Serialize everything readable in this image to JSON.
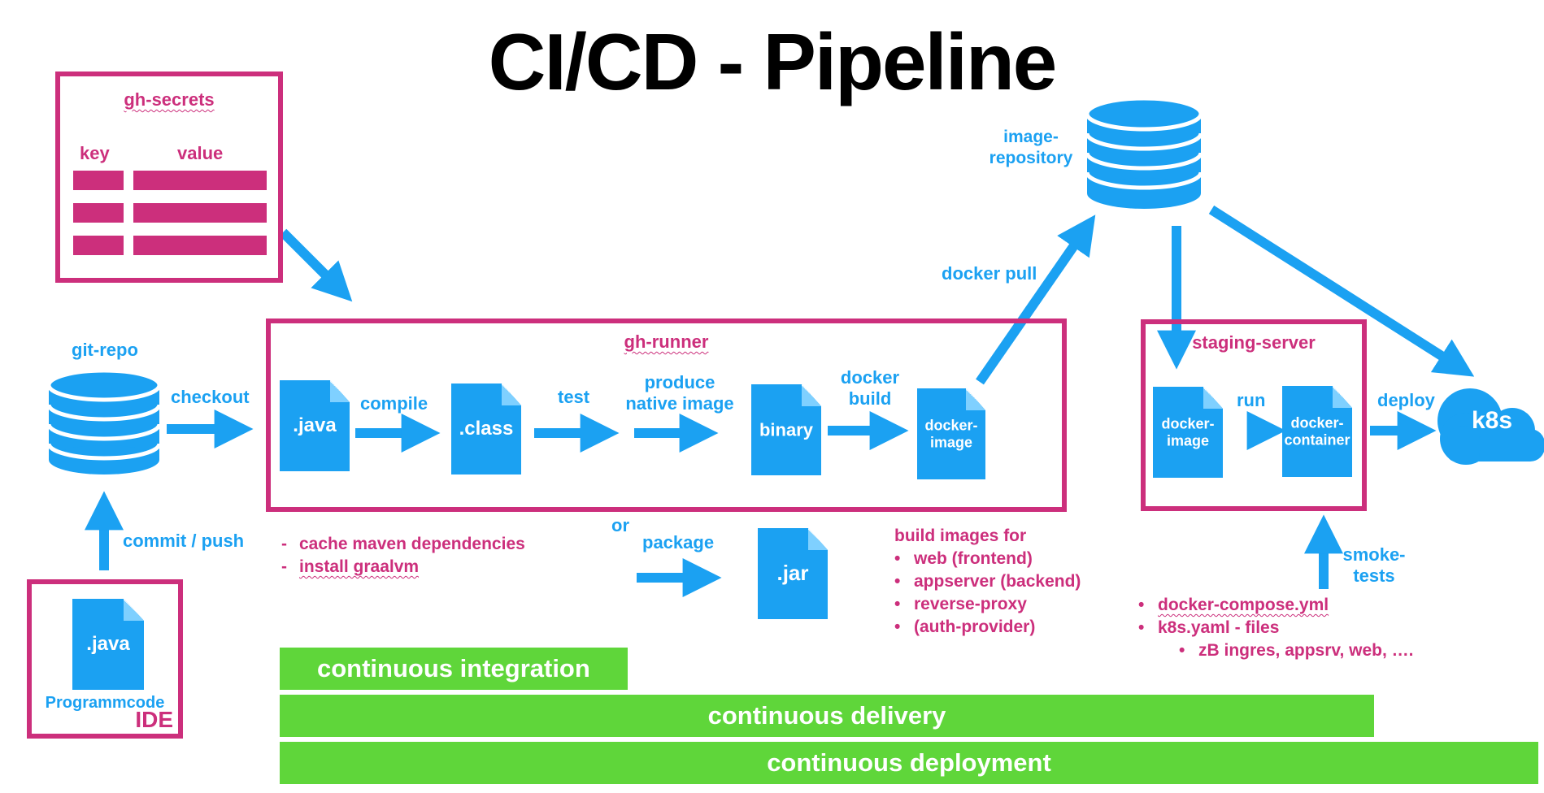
{
  "title": "CI/CD - Pipeline",
  "colors": {
    "blue": "#1ba1f2",
    "magenta": "#cc2f7c",
    "green": "#5fd63a"
  },
  "secrets": {
    "title": "gh-secrets",
    "key_header": "key",
    "value_header": "value"
  },
  "git_repo": {
    "label": "git-repo",
    "checkout": "checkout",
    "commit_push": "commit / push"
  },
  "ide": {
    "file": ".java",
    "caption": "Programmcode",
    "label": "IDE"
  },
  "runner": {
    "title": "gh-runner",
    "java": ".java",
    "compile": "compile",
    "class": ".class",
    "test": "test",
    "produce_line1": "produce",
    "produce_line2": "native image",
    "binary": "binary",
    "docker_build_line1": "docker",
    "docker_build_line2": "build",
    "docker_image_line1": "docker-",
    "docker_image_line2": "image"
  },
  "runner_notes": [
    "cache maven dependencies",
    "install graalvm"
  ],
  "alt": {
    "or": "or",
    "package": "package",
    "jar": ".jar"
  },
  "build_images": {
    "title": "build images for",
    "items": [
      "web (frontend)",
      "appserver (backend)",
      "reverse-proxy",
      "(auth-provider)"
    ]
  },
  "image_repo": {
    "line1": "image-",
    "line2": "repository",
    "docker_pull": "docker pull"
  },
  "staging": {
    "title": "staging-server",
    "image_line1": "docker-",
    "image_line2": "image",
    "run": "run",
    "container_line1": "docker-",
    "container_line2": "container",
    "deploy": "deploy",
    "k8s": "k8s"
  },
  "smoke": {
    "line1": "smoke-",
    "line2": "tests"
  },
  "staging_files": {
    "items": [
      "docker-compose.yml",
      "k8s.yaml - files"
    ],
    "sub_item": "zB ingres, appsrv, web, …."
  },
  "bars": {
    "ci": "continuous integration",
    "cdelivery": "continuous delivery",
    "cdeploy": "continuous deployment"
  }
}
